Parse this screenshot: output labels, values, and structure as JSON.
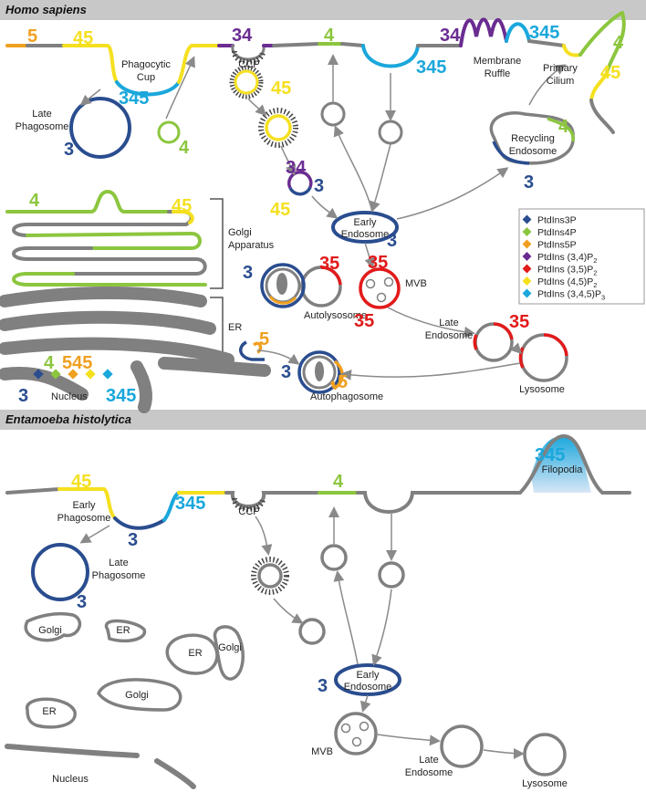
{
  "headers": {
    "top": "Homo sapiens",
    "bottom": "Entamoeba histolytica"
  },
  "colors": {
    "PI3P": "#2a4d8f",
    "PI4P": "#8cc63f",
    "PI5P": "#f0a020",
    "PI34P2": "#6a2c91",
    "PI35P2": "#e21a1a",
    "PI45P2": "#f5e020",
    "PI345P3": "#1aa7dc",
    "membrane": "#808080"
  },
  "legend": [
    {
      "label": "PtdIns3P",
      "color": "#2a4d8f"
    },
    {
      "label": "PtdIns4P",
      "color": "#8cc63f"
    },
    {
      "label": "PtdIns5P",
      "color": "#f0a020"
    },
    {
      "label": "PtdIns (3,4)P",
      "sub": "2",
      "color": "#6a2c91"
    },
    {
      "label": "PtdIns (3,5)P",
      "sub": "2",
      "color": "#e21a1a"
    },
    {
      "label": "PtdIns (4,5)P",
      "sub": "2",
      "color": "#f5e020"
    },
    {
      "label": "PtdIns (3,4,5)P",
      "sub": "3",
      "color": "#1aa7dc"
    }
  ],
  "human": {
    "phagocytic_cup": [
      "Phagocytic",
      "Cup"
    ],
    "late_phagosome": [
      "Late",
      "Phagosome"
    ],
    "ccp": "CCP",
    "membrane_ruffle": [
      "Membrane",
      "Ruffle"
    ],
    "primary_cilium": [
      "Primary",
      "Cilium"
    ],
    "recycling_endosome": [
      "Recycling",
      "Endosome"
    ],
    "early_endosome": [
      "Early",
      "Endosome"
    ],
    "golgi": [
      "Golgi",
      "Apparatus"
    ],
    "er": "ER",
    "mvb": "MVB",
    "autolysosome": "Autolysosome",
    "late_endosome": [
      "Late",
      "Endosome"
    ],
    "lysosome": "Lysosome",
    "autophagosome": "Autophagosome",
    "nucleus": "Nucleus",
    "nums": {
      "n5a": "5",
      "n45a": "45",
      "n34a": "34",
      "n4a": "4",
      "n34b": "34",
      "n345a": "345",
      "n4b": "4",
      "n45b": "45",
      "n345b": "345",
      "n345c": "345",
      "n45c": "45",
      "n3a": "3",
      "n4c": "4",
      "n34c": "34",
      "n3b": "3",
      "n45d": "45",
      "n4d": "4",
      "n3c": "3",
      "n4e": "4",
      "n45e": "45",
      "n3d": "3",
      "n3e": "3",
      "n35a": "35",
      "n35b": "35",
      "n35c": "35",
      "n35d": "35",
      "n5b": "5",
      "n3f": "3",
      "n5c": "5",
      "nuc_3": "3",
      "nuc_4": "4",
      "nuc_545": "545",
      "nuc_345": "345"
    }
  },
  "ameba": {
    "early_phagosome": [
      "Early",
      "Phagosome"
    ],
    "late_phagosome": [
      "Late",
      "Phagosome"
    ],
    "ccp": "CCP",
    "filopodia": "Filopodia",
    "early_endosome": [
      "Early",
      "Endosome"
    ],
    "mvb": "MVB",
    "late_endosome": [
      "Late",
      "Endosome"
    ],
    "lysosome": "Lysosome",
    "golgi": "Golgi",
    "er": "ER",
    "nucleus": "Nucleus",
    "nums": {
      "a45": "45",
      "a345": "345",
      "a3a": "3",
      "a3b": "3",
      "a4": "4",
      "a345b": "345",
      "a3c": "3"
    }
  }
}
